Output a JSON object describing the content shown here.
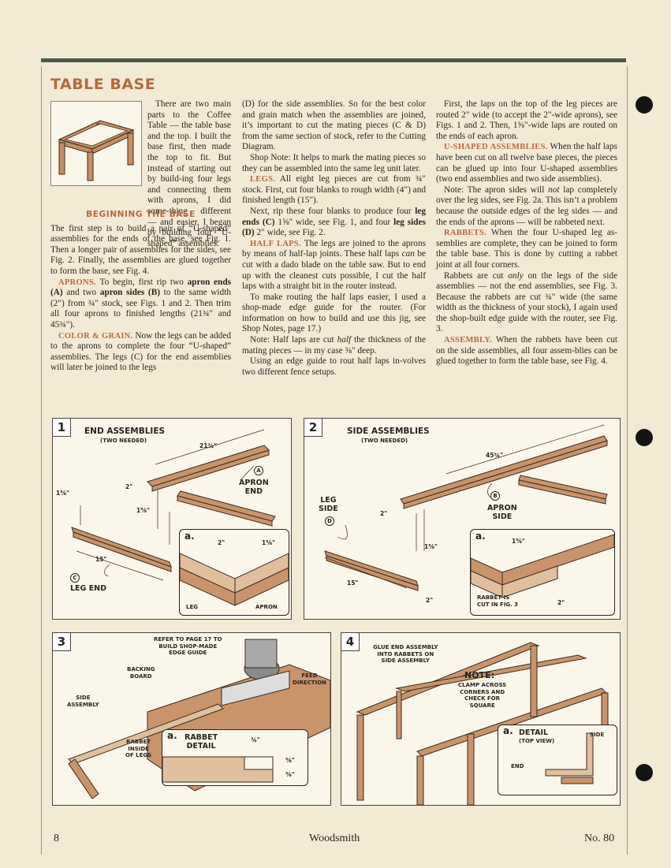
{
  "title": "TABLE BASE",
  "col1": {
    "p1": "There are two main parts to the Coffee Table — the table base and the top. I built the base first, then made the top to fit. But instead of starting out by build-ing four legs and connecting them with aprons, I did some-thing different — and easier. I began by building four “U-shaped” assemblies.",
    "subhead": "BEGINNING THE BASE",
    "p2": "The first step is to build a pair of “U-shaped” assemblies for the ends of the base, see Fig. 1. Then a longer pair of assemblies for the sides, see Fig. 2. Finally, the assemblies are glued together to form the base, see Fig. 4.",
    "p3_head": "APRONS.",
    "p3_a": " To begin, first rip two ",
    "p3_b": "apron ends (A)",
    "p3_c": " and two ",
    "p3_d": "apron sides (B)",
    "p3_e": " to the same width (2\") from ¾\" stock, see Figs. 1 and 2. Then trim all four aprons to finished lengths (21¾\" and 45¾\").",
    "p4_head": "COLOR & GRAIN.",
    "p4": " Now the legs can be added to the aprons to complete the four “U-shaped” assemblies. The legs (C) for the end assemblies will later be joined to the legs"
  },
  "col2": {
    "p1": "(D) for the side assemblies. So for the best color and grain match when the assemblies are joined, it’s important to cut the mating pieces (C & D) from the same section of stock, refer to the Cutting Diagram.",
    "p2": "Shop Note: It helps to mark the mating pieces so they can be assembled into the same leg unit later.",
    "p3_head": "LEGS.",
    "p3": " All eight leg pieces are cut from ¾\" stock. First, cut four blanks to rough width (4\") and finished length (15\").",
    "p4_a": "Next, rip these four blanks to produce four ",
    "p4_b": "leg ends (C)",
    "p4_c": " 1⅝\" wide, see Fig. 1, and four ",
    "p4_d": "leg sides (D)",
    "p4_e": " 2\" wide, see Fig. 2.",
    "p5_head": "HALF LAPS.",
    "p5_a": " The legs are joined to the aprons by means of half-lap joints. These half laps ",
    "p5_b": "can",
    "p5_c": " be cut with a dado blade on the table saw. But to end up with the cleanest cuts possible, I cut the half laps with a straight bit in the router instead.",
    "p6": "To make routing the half laps easier, I used a shop-made edge guide for the router. (For information on how to build and use this jig, see Shop Notes, page 17.)",
    "p7_a": "Note: Half laps are cut ",
    "p7_b": "half",
    "p7_c": " the thickness of the mating pieces — in my case ⅜\" deep.",
    "p8": "Using an edge guide to rout half laps in-volves two different fence setups."
  },
  "col3": {
    "p1": "First, the laps on the top of the leg pieces are routed 2\" wide (to accept the 2\"-wide aprons), see Figs. 1 and 2. Then, 1⅝\"-wide laps are routed on the ends of each apron.",
    "p2_head": "U-SHAPED ASSEMBLIES.",
    "p2": " When the half laps have been cut on all twelve base pieces, the pieces can be glued up into four U-shaped assemblies (two end assemblies and two side assemblies).",
    "p3_a": "Note: The apron sides will ",
    "p3_b": "not",
    "p3_c": " lap completely over the leg sides, see Fig. 2a. This isn’t a problem because the outside edges of the leg sides — and the ends of the aprons — will be rabbeted next.",
    "p4_head": "RABBETS.",
    "p4": " When the four U-shaped leg as-semblies are complete, they can be joined to form the table base. This is done by cutting a rabbet joint at all four corners.",
    "p5_a": "Rabbets are cut ",
    "p5_b": "only",
    "p5_c": " on the legs of the side assemblies — not the end assemblies, see Fig. 3. Because the rabbets are cut ¾\" wide (the same width as the thickness of your stock), I again used the shop-built edge guide with the router, see Fig. 3.",
    "p6_head": "ASSEMBLY.",
    "p6": " When the rabbets have been cut on the side assemblies, all four assem-blies can be glued together to form the table base, see Fig. 4."
  },
  "fig1": {
    "num": "1",
    "title": "END ASSEMBLIES",
    "sub": "(TWO NEEDED)",
    "dim_length": "21¾\"",
    "dim_2": "2\"",
    "dim_158a": "1⅝\"",
    "dim_158b": "1⅝\"",
    "dim_15": "15\"",
    "label_a_circle": "A",
    "label_apron_end": "APRON\nEND",
    "label_c_circle": "C",
    "label_leg_end": "LEG END",
    "detail": "a.",
    "detail_dim_2": "2\"",
    "detail_dim_158": "1⅝\"",
    "detail_leg": "LEG",
    "detail_apron": "APRON"
  },
  "fig2": {
    "num": "2",
    "title": "SIDE ASSEMBLIES",
    "sub": "(TWO NEEDED)",
    "dim_length": "45¾\"",
    "dim_2a": "2\"",
    "dim_158": "1⅝\"",
    "dim_15": "15\"",
    "dim_2b": "2\"",
    "label_leg_side": "LEG\nSIDE",
    "label_d_circle": "D",
    "label_b_circle": "B",
    "label_apron_side": "APRON\nSIDE",
    "detail": "a.",
    "detail_dim_158": "1⅝\"",
    "detail_rabbet": "RABBET IS\nCUT IN FIG. 3",
    "detail_dim_2": "2\""
  },
  "fig3": {
    "num": "3",
    "label_refer": "REFER TO PAGE 17 TO\nBUILD SHOP-MADE\nEDGE GUIDE",
    "label_backing": "BACKING\nBOARD",
    "label_feed": "FEED\nDIRECTION",
    "label_side_assembly": "SIDE\nASSEMBLY",
    "label_rabbet_inside": "RABBET\nINSIDE\nOF LEGS",
    "detail": "a.",
    "detail_title": "RABBET\nDETAIL",
    "dim_34": "¾\"",
    "dim_38a": "⅜\"",
    "dim_38b": "⅜\""
  },
  "fig4": {
    "num": "4",
    "label_glue": "GLUE END ASSEMBLY\nINTO RABBETS ON\nSIDE ASSEMBLY",
    "note_head": "NOTE:",
    "note_body": "CLAMP ACROSS\nCORNERS AND\nCHECK FOR\nSQUARE",
    "detail": "a.",
    "detail_title": "DETAIL",
    "detail_sub": "(TOP VIEW)",
    "detail_side": "SIDE",
    "detail_end": "END"
  },
  "footer": {
    "page": "8",
    "magazine": "Woodsmith",
    "issue": "No. 80"
  },
  "colors": {
    "accent": "#b56a3c",
    "rule": "#4a5a46",
    "paper": "#f3ead6"
  }
}
